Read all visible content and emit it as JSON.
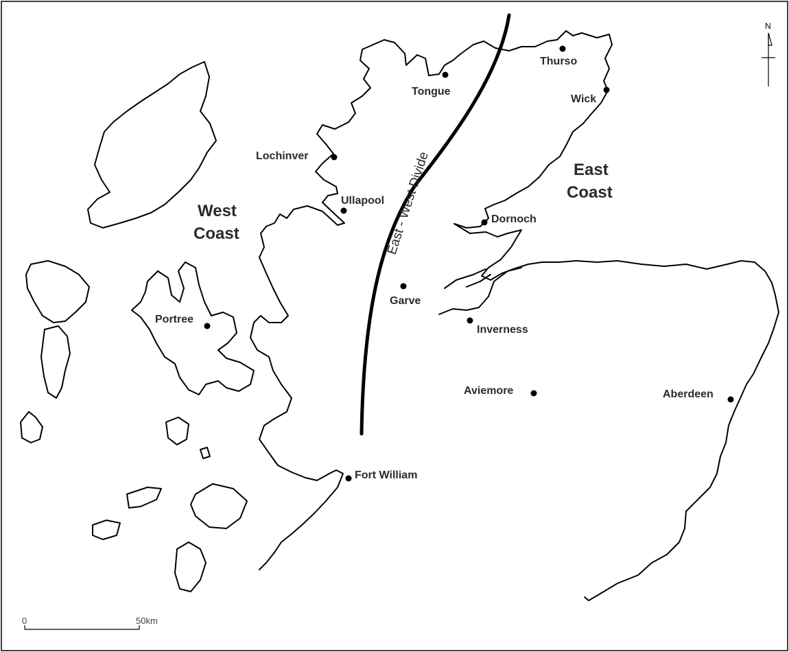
{
  "regions": {
    "west_line1": "West",
    "west_line2": "Coast",
    "east_line1": "East",
    "east_line2": "Coast"
  },
  "divide_label": "East - West Divide",
  "towns": {
    "thurso": "Thurso",
    "tongue": "Tongue",
    "wick": "Wick",
    "lochinver": "Lochinver",
    "ullapool": "Ullapool",
    "dornoch": "Dornoch",
    "garve": "Garve",
    "portree": "Portree",
    "inverness": "Inverness",
    "aviemore": "Aviemore",
    "aberdeen": "Aberdeen",
    "fort_william": "Fort William"
  },
  "scale_bar": {
    "start_label": "0",
    "end_label": "50km"
  },
  "north_arrow": {
    "label": "N"
  }
}
